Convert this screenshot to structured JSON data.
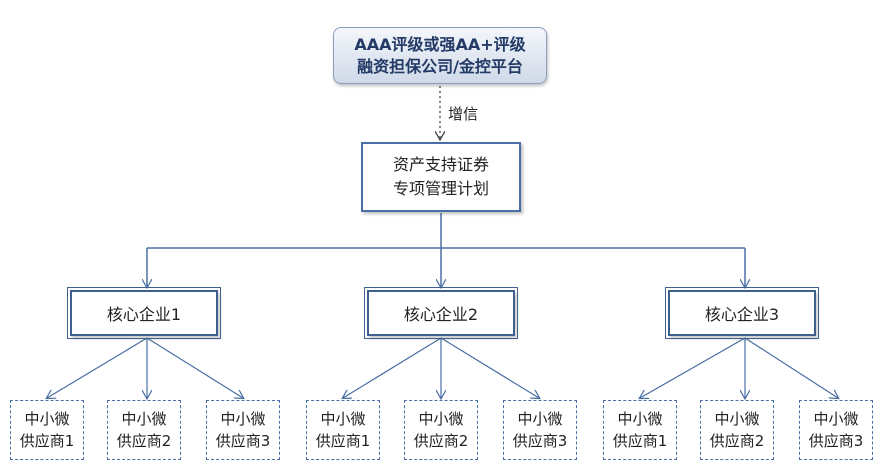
{
  "guarantor": {
    "line1": "AAA评级或强AA+评级",
    "line2": "融资担保公司/金控平台"
  },
  "edge_label": "增信",
  "abs_plan": {
    "line1": "资产支持证券",
    "line2": "专项管理计划"
  },
  "core_enterprises": [
    {
      "label": "核心企业1",
      "suppliers": [
        {
          "line1": "中小微",
          "line2": "供应商1"
        },
        {
          "line1": "中小微",
          "line2": "供应商2"
        },
        {
          "line1": "中小微",
          "line2": "供应商3"
        }
      ]
    },
    {
      "label": "核心企业2",
      "suppliers": [
        {
          "line1": "中小微",
          "line2": "供应商1"
        },
        {
          "line1": "中小微",
          "line2": "供应商2"
        },
        {
          "line1": "中小微",
          "line2": "供应商3"
        }
      ]
    },
    {
      "label": "核心企业3",
      "suppliers": [
        {
          "line1": "中小微",
          "line2": "供应商1"
        },
        {
          "line1": "中小微",
          "line2": "供应商2"
        },
        {
          "line1": "中小微",
          "line2": "供应商3"
        }
      ]
    }
  ],
  "colors": {
    "line": "#4a6fa5",
    "dotted_line": "#333333"
  }
}
